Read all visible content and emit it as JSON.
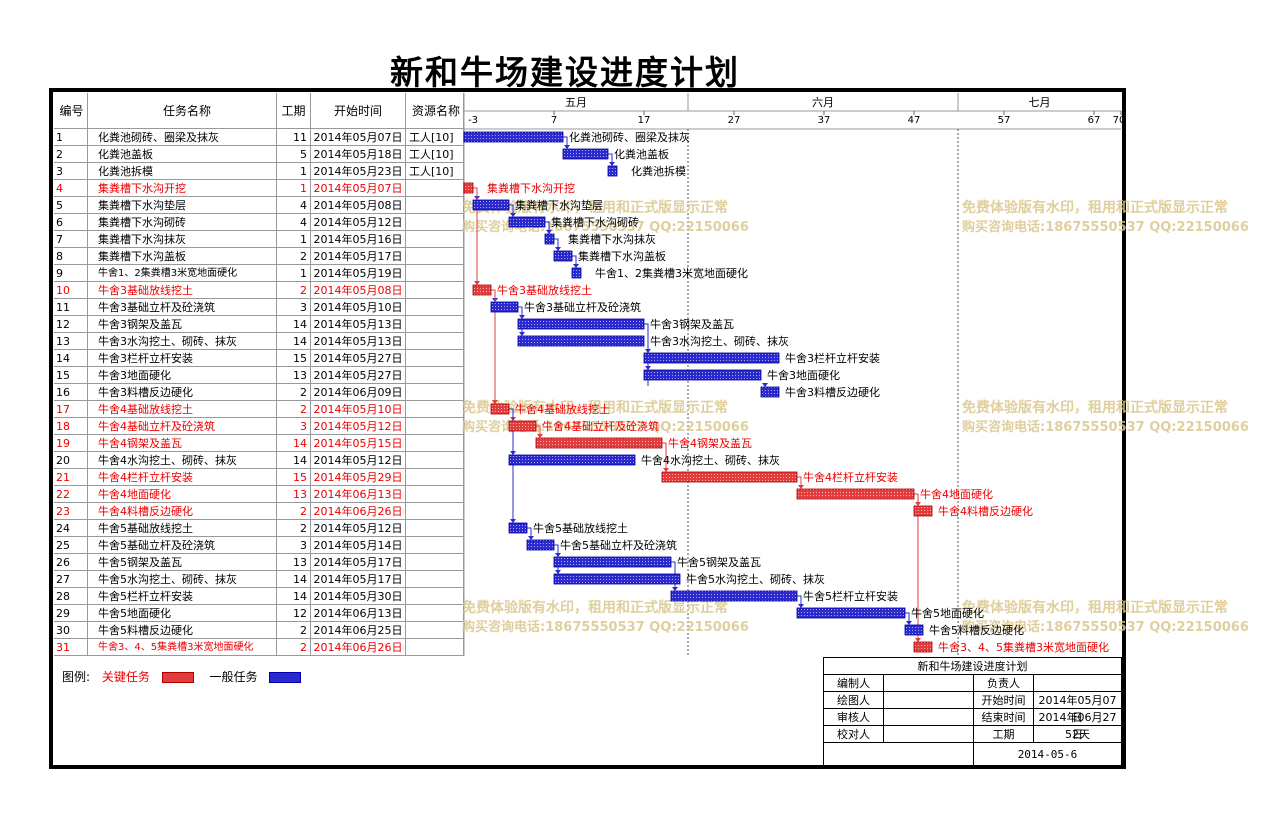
{
  "title": "新和牛场建设进度计划",
  "headers": {
    "id": "编号",
    "name": "任务名称",
    "duration": "工期",
    "start": "开始时间",
    "resource": "资源名称"
  },
  "months": [
    "五月",
    "六月",
    "七月"
  ],
  "day_ticks": [
    "-3",
    "7",
    "17",
    "27",
    "37",
    "47",
    "57",
    "67",
    "70"
  ],
  "tasks": [
    {
      "id": "1",
      "name": "化粪池砌砖、圈梁及抹灰",
      "duration": "11",
      "start": "2014年05月07日",
      "resource": "工人[10]",
      "critical": false,
      "s": 0,
      "d": 11
    },
    {
      "id": "2",
      "name": "化粪池盖板",
      "duration": "5",
      "start": "2014年05月18日",
      "resource": "工人[10]",
      "critical": false,
      "s": 11,
      "d": 5
    },
    {
      "id": "3",
      "name": "化粪池拆模",
      "duration": "1",
      "start": "2014年05月23日",
      "resource": "工人[10]",
      "critical": false,
      "s": 16,
      "d": 1
    },
    {
      "id": "4",
      "name": "集粪槽下水沟开挖",
      "duration": "1",
      "start": "2014年05月07日",
      "resource": "",
      "critical": true,
      "s": 0,
      "d": 1
    },
    {
      "id": "5",
      "name": "集粪槽下水沟垫层",
      "duration": "4",
      "start": "2014年05月08日",
      "resource": "",
      "critical": false,
      "s": 1,
      "d": 4
    },
    {
      "id": "6",
      "name": "集粪槽下水沟砌砖",
      "duration": "4",
      "start": "2014年05月12日",
      "resource": "",
      "critical": false,
      "s": 5,
      "d": 4
    },
    {
      "id": "7",
      "name": "集粪槽下水沟抹灰",
      "duration": "1",
      "start": "2014年05月16日",
      "resource": "",
      "critical": false,
      "s": 9,
      "d": 1
    },
    {
      "id": "8",
      "name": "集粪槽下水沟盖板",
      "duration": "2",
      "start": "2014年05月17日",
      "resource": "",
      "critical": false,
      "s": 10,
      "d": 2
    },
    {
      "id": "9",
      "name": "牛舍1、2集粪槽3米宽地面硬化",
      "duration": "1",
      "start": "2014年05月19日",
      "resource": "",
      "critical": false,
      "s": 12,
      "d": 1
    },
    {
      "id": "10",
      "name": "牛舍3基础放线挖土",
      "duration": "2",
      "start": "2014年05月08日",
      "resource": "",
      "critical": true,
      "s": 1,
      "d": 2
    },
    {
      "id": "11",
      "name": "牛舍3基础立杆及砼浇筑",
      "duration": "3",
      "start": "2014年05月10日",
      "resource": "",
      "critical": false,
      "s": 3,
      "d": 3
    },
    {
      "id": "12",
      "name": "牛舍3钢架及盖瓦",
      "duration": "14",
      "start": "2014年05月13日",
      "resource": "",
      "critical": false,
      "s": 6,
      "d": 14
    },
    {
      "id": "13",
      "name": "牛舍3水沟挖土、砌砖、抹灰",
      "duration": "14",
      "start": "2014年05月13日",
      "resource": "",
      "critical": false,
      "s": 6,
      "d": 14
    },
    {
      "id": "14",
      "name": "牛舍3栏杆立杆安装",
      "duration": "15",
      "start": "2014年05月27日",
      "resource": "",
      "critical": false,
      "s": 20,
      "d": 15
    },
    {
      "id": "15",
      "name": "牛舍3地面硬化",
      "duration": "13",
      "start": "2014年05月27日",
      "resource": "",
      "critical": false,
      "s": 20,
      "d": 13
    },
    {
      "id": "16",
      "name": "牛舍3料槽反边硬化",
      "duration": "2",
      "start": "2014年06月09日",
      "resource": "",
      "critical": false,
      "s": 33,
      "d": 2
    },
    {
      "id": "17",
      "name": "牛舍4基础放线挖土",
      "duration": "2",
      "start": "2014年05月10日",
      "resource": "",
      "critical": true,
      "s": 3,
      "d": 2
    },
    {
      "id": "18",
      "name": "牛舍4基础立杆及砼浇筑",
      "duration": "3",
      "start": "2014年05月12日",
      "resource": "",
      "critical": true,
      "s": 5,
      "d": 3
    },
    {
      "id": "19",
      "name": "牛舍4钢架及盖瓦",
      "duration": "14",
      "start": "2014年05月15日",
      "resource": "",
      "critical": true,
      "s": 8,
      "d": 14
    },
    {
      "id": "20",
      "name": "牛舍4水沟挖土、砌砖、抹灰",
      "duration": "14",
      "start": "2014年05月12日",
      "resource": "",
      "critical": false,
      "s": 5,
      "d": 14
    },
    {
      "id": "21",
      "name": "牛舍4栏杆立杆安装",
      "duration": "15",
      "start": "2014年05月29日",
      "resource": "",
      "critical": true,
      "s": 22,
      "d": 15
    },
    {
      "id": "22",
      "name": "牛舍4地面硬化",
      "duration": "13",
      "start": "2014年06月13日",
      "resource": "",
      "critical": true,
      "s": 37,
      "d": 13
    },
    {
      "id": "23",
      "name": "牛舍4料槽反边硬化",
      "duration": "2",
      "start": "2014年06月26日",
      "resource": "",
      "critical": true,
      "s": 50,
      "d": 2
    },
    {
      "id": "24",
      "name": "牛舍5基础放线挖土",
      "duration": "2",
      "start": "2014年05月12日",
      "resource": "",
      "critical": false,
      "s": 5,
      "d": 2
    },
    {
      "id": "25",
      "name": "牛舍5基础立杆及砼浇筑",
      "duration": "3",
      "start": "2014年05月14日",
      "resource": "",
      "critical": false,
      "s": 7,
      "d": 3
    },
    {
      "id": "26",
      "name": "牛舍5钢架及盖瓦",
      "duration": "13",
      "start": "2014年05月17日",
      "resource": "",
      "critical": false,
      "s": 10,
      "d": 13
    },
    {
      "id": "27",
      "name": "牛舍5水沟挖土、砌砖、抹灰",
      "duration": "14",
      "start": "2014年05月17日",
      "resource": "",
      "critical": false,
      "s": 10,
      "d": 14
    },
    {
      "id": "28",
      "name": "牛舍5栏杆立杆安装",
      "duration": "14",
      "start": "2014年05月30日",
      "resource": "",
      "critical": false,
      "s": 23,
      "d": 14
    },
    {
      "id": "29",
      "name": "牛舍5地面硬化",
      "duration": "12",
      "start": "2014年06月13日",
      "resource": "",
      "critical": false,
      "s": 37,
      "d": 12
    },
    {
      "id": "30",
      "name": "牛舍5料槽反边硬化",
      "duration": "2",
      "start": "2014年06月25日",
      "resource": "",
      "critical": false,
      "s": 49,
      "d": 2
    },
    {
      "id": "31",
      "name": "牛舍3、4、5集粪槽3米宽地面硬化",
      "duration": "2",
      "start": "2014年06月26日",
      "resource": "",
      "critical": true,
      "s": 50,
      "d": 2
    }
  ],
  "chart_data": {
    "type": "bar",
    "subtype": "gantt",
    "title": "新和牛场建设进度计划",
    "x_ticks": [
      "-3",
      "7",
      "17",
      "27",
      "37",
      "47",
      "57",
      "67",
      "70"
    ],
    "xlim": [
      -3,
      70
    ],
    "categories": [
      "化粪池砌砖、圈梁及抹灰",
      "化粪池盖板",
      "化粪池拆模",
      "集粪槽下水沟开挖",
      "集粪槽下水沟垫层",
      "集粪槽下水沟砌砖",
      "集粪槽下水沟抹灰",
      "集粪槽下水沟盖板",
      "牛舍1、2集粪槽3米宽地面硬化",
      "牛舍3基础放线挖土",
      "牛舍3基础立杆及砼浇筑",
      "牛舍3钢架及盖瓦",
      "牛舍3水沟挖土、砌砖、抹灰",
      "牛舍3栏杆立杆安装",
      "牛舍3地面硬化",
      "牛舍3料槽反边硬化",
      "牛舍4基础放线挖土",
      "牛舍4基础立杆及砼浇筑",
      "牛舍4钢架及盖瓦",
      "牛舍4水沟挖土、砌砖、抹灰",
      "牛舍4栏杆立杆安装",
      "牛舍4地面硬化",
      "牛舍4料槽反边硬化",
      "牛舍5基础放线挖土",
      "牛舍5基础立杆及砼浇筑",
      "牛舍5钢架及盖瓦",
      "牛舍5水沟挖土、砌砖、抹灰",
      "牛舍5栏杆立杆安装",
      "牛舍5地面硬化",
      "牛舍5料槽反边硬化",
      "牛舍3、4、5集粪槽3米宽地面硬化"
    ],
    "series": [
      {
        "name": "关键任务",
        "color": "#e23c3c"
      },
      {
        "name": "一般任务",
        "color": "#2a2ad0"
      }
    ]
  },
  "legend": {
    "label": "图例:",
    "critical": "关键任务",
    "normal": "一般任务"
  },
  "watermark": {
    "line1": "免费体验版有水印，租用和正式版显示正常",
    "line2": "购买咨询电话:18675550537 QQ:22150066"
  },
  "signoff": {
    "title": "新和牛场建设进度计划",
    "editor_label": "编制人",
    "owner_label": "负责人",
    "drawer_label": "绘图人",
    "start_label": "开始时间",
    "start_value": "2014年05月07日",
    "reviewer_label": "审核人",
    "end_label": "结束时间",
    "end_value": "2014年06月27日",
    "checker_label": "校对人",
    "duration_label": "工期",
    "duration_value": "52天",
    "date": "2014-05-6"
  },
  "colors": {
    "critical": "#e23c3c",
    "normal": "#2a2ad0",
    "watermark": "#d9c78c"
  }
}
